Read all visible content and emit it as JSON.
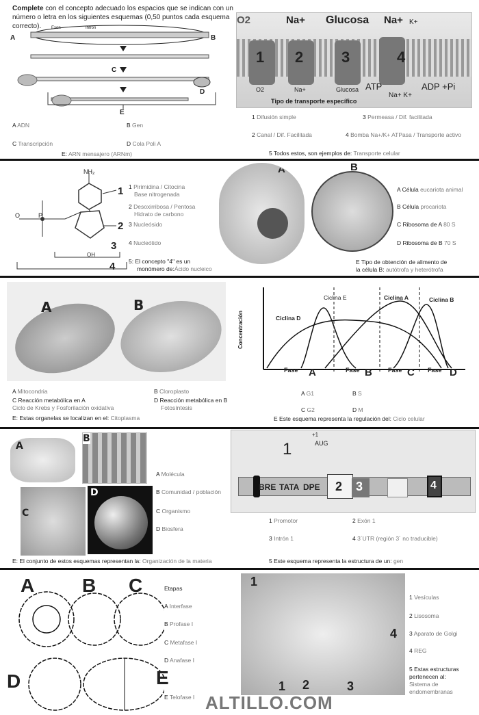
{
  "header": {
    "bold": "Complete",
    "text": " con el concepto adecuado los espacios que se indican con un número o letra en los siguientes esquemas (0,50 puntos cada esquema correcto)."
  },
  "s1": {
    "fig_left": {
      "labels": {
        "A": "A",
        "B": "B",
        "C": "C",
        "D": "D",
        "E": "E"
      },
      "exon": "Exon",
      "intron": "Intron"
    },
    "answers": [
      {
        "k": "A",
        "v": "ADN"
      },
      {
        "k": "B",
        "v": "Gen"
      },
      {
        "k": "C",
        "v": "Transcripción"
      },
      {
        "k": "D",
        "v": "Cola Poli A"
      }
    ],
    "e_label": "E:",
    "e_value": "ARN mensajero (ARNm)",
    "fig_right": {
      "o2": "O2",
      "na": "Na+",
      "glucosa": "Glucosa",
      "na2": "Na+",
      "k": "K+",
      "nums": [
        "1",
        "2",
        "3",
        "4"
      ],
      "bottom": [
        "O2",
        "Na+",
        "Glucosa"
      ],
      "atp": "ATP",
      "adp": "ADP +Pi",
      "nak": "Na+ K+",
      "tipo": "Tipo de transporte específico"
    },
    "right_answers": [
      {
        "k": "1",
        "label": "Difusión simple"
      },
      {
        "k": "3",
        "label": "Permeasa / Dif. facilitada"
      },
      {
        "k": "2",
        "label": "Canal / Dif. Facilitada"
      },
      {
        "k": "4",
        "label": "Bomba Na+/K+ ATPasa / Transporte activo"
      }
    ],
    "q5_label": "5 Todos estos, son ejemplos de:",
    "q5_value": "Transporte celular"
  },
  "s2": {
    "nums": [
      "1",
      "2",
      "3",
      "4"
    ],
    "answers": [
      {
        "k": "1",
        "v": "Pirimidina / Citocina",
        "v2": "Base nitrogenada"
      },
      {
        "k": "2",
        "v": "Desoxirribosa / Pentosa",
        "v2": "Hidrato de carbono"
      },
      {
        "k": "3",
        "v": "Nucleósido"
      },
      {
        "k": "4",
        "v": "Nucleótido"
      }
    ],
    "q5_label": "5: El concepto \"4\" es un",
    "q5_label2": "monómero de:",
    "q5_value": "Ácido nucleico",
    "cells": {
      "A": "A",
      "B": "B"
    },
    "cell_answers": [
      {
        "k": "A",
        "b": "Célula",
        "v": "eucariota animal"
      },
      {
        "k": "B",
        "b": "Célula",
        "v": "procariota"
      },
      {
        "k": "C",
        "b": "Ribosoma de A",
        "v": "80 S"
      },
      {
        "k": "D",
        "b": "Ribosoma de B",
        "v": "70 S"
      }
    ],
    "e_label": "E Tipo de obtención de alimento de",
    "e_label2": "la célula B:",
    "e_value": "autótrofa y heterótrofa"
  },
  "s3": {
    "labels": {
      "A": "A",
      "B": "B"
    },
    "answers": [
      {
        "k": "A",
        "v": "Mitocondria"
      },
      {
        "k": "B",
        "v": "Cloroplasto"
      }
    ],
    "c_label": "C Reacción metabólica en A",
    "c_value": "Ciclo de Krebs y Fosforilación oxidativa",
    "d_label": "D Reacción metabólica en B",
    "d_value": "Fotosíntesis",
    "e_label": "E: Estas organelas se localizan en el:",
    "e_value": "Citoplasma",
    "chart": {
      "ylabel": "Concentración",
      "curves": [
        "Ciclina D",
        "Ciclina E",
        "Ciclina A",
        "Ciclina B"
      ],
      "fase": "Fase",
      "letters": [
        "A",
        "B",
        "C",
        "D"
      ]
    },
    "chart_answers": [
      {
        "k": "A",
        "v": "G1"
      },
      {
        "k": "B",
        "v": "S"
      },
      {
        "k": "C",
        "v": "G2"
      },
      {
        "k": "D",
        "v": "M"
      }
    ],
    "q_label": "E Este esquema representa la regulación del:",
    "q_value": "Ciclo celular"
  },
  "s4": {
    "labels": {
      "A": "A",
      "B": "B",
      "C": "C",
      "D": "D"
    },
    "answers": [
      {
        "k": "A",
        "v": "Molécula"
      },
      {
        "k": "B",
        "v": "Comunidad / población"
      },
      {
        "k": "C",
        "v": "Organismo"
      },
      {
        "k": "D",
        "v": "Biosfera"
      }
    ],
    "e_label": "E: El conjunto de estos esquemas representan la:",
    "e_value": "Organización de la materia",
    "gene": {
      "plus1": "+1",
      "aug": "AUG",
      "one": "1",
      "bre": "BRE",
      "tata": "TATA",
      "dpe": "DPE",
      "n2": "2",
      "n3": "3",
      "n4": "4"
    },
    "gene_answers": [
      {
        "k": "1",
        "v": "Promotor"
      },
      {
        "k": "2",
        "v": "Exón 1"
      },
      {
        "k": "3",
        "v": "Intrón 1"
      },
      {
        "k": "4",
        "v": "3´UTR (región 3´ no traducible)"
      }
    ],
    "q5_label": "5 Este esquema representa la estructura de un:",
    "q5_value": "gen"
  },
  "s5": {
    "labels": {
      "A": "A",
      "B": "B",
      "C": "C",
      "D": "D",
      "E": "E"
    },
    "etapas": "Etapas",
    "answers": [
      {
        "k": "A",
        "v": "Interfase"
      },
      {
        "k": "B",
        "v": "Profase I"
      },
      {
        "k": "C",
        "v": "Metafase I"
      },
      {
        "k": "D",
        "v": "Anafase I"
      },
      {
        "k": "E",
        "v": "Telofase I"
      }
    ],
    "golgi_nums": {
      "n1": "1",
      "n2": "2",
      "n3": "3",
      "n4": "4",
      "b1": "1"
    },
    "golgi_answers": [
      {
        "k": "1",
        "v": "Vesículas"
      },
      {
        "k": "2",
        "v": "Lisosoma"
      },
      {
        "k": "3",
        "v": "Aparato de Golgi"
      },
      {
        "k": "4",
        "v": "REG"
      }
    ],
    "q5_label": "5 Estas estructuras",
    "q5_label2": "pertenecen al:",
    "q5_value": "Sistema de endomembranas",
    "watermark": "ALTILLO.COM"
  }
}
